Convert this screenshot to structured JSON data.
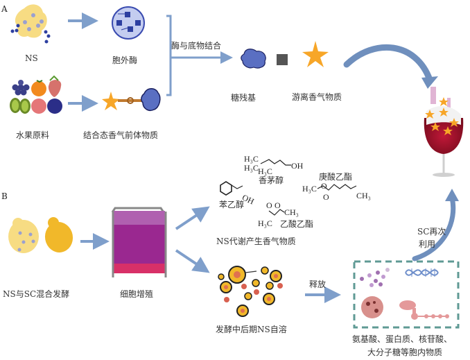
{
  "panels": {
    "a": {
      "label": "A",
      "ns_label": "NS",
      "extracellular_enzyme_label": "胞外酶",
      "fruit_label": "水果原料",
      "bound_precursor_label": "结合态香气前体物质",
      "binding_label": "酶与底物结合",
      "sugar_residue_label": "糖残基",
      "free_aroma_label": "游离香气物质"
    },
    "b": {
      "label": "B",
      "mixed_fermentation_label": "NS与SC混合发酵",
      "cell_proliferation_label": "细胞增殖",
      "metabolite_aroma_label": "NS代谢产生香气物质",
      "autolysis_label": "发酵中后期NS自溶",
      "release_label": "释放",
      "reuse_label_line1": "SC再次",
      "reuse_label_line2": "利用",
      "intracellular_label_line1": "氨基酸、蛋白质、核苷酸、",
      "intracellular_label_line2": "大分子糖等胞内物质"
    },
    "compounds": {
      "geraniol": {
        "name": "香茅醇",
        "groups": [
          "H3C",
          "H3C",
          "H3C",
          "OH"
        ]
      },
      "phenylethanol": {
        "name": "苯乙醇",
        "groups": [
          "OH"
        ]
      },
      "ethyl_acetate": {
        "name": "乙酸乙酯",
        "groups": [
          "O",
          "O",
          "CH3",
          "H3C"
        ]
      },
      "ethyl_heptanoate": {
        "name": "庚酸乙酯",
        "groups": [
          "H3C",
          "O",
          "O",
          "CH3"
        ]
      }
    }
  },
  "colors": {
    "arrow": "#7f9fcb",
    "enzyme_blue": "#5a6fc2",
    "yeast_light": "#f7dc83",
    "yeast_dark": "#f1b82a",
    "star": "#f7a628",
    "dashed_box": "#5f9a94",
    "curved_arrow": "#6f8fbd"
  }
}
